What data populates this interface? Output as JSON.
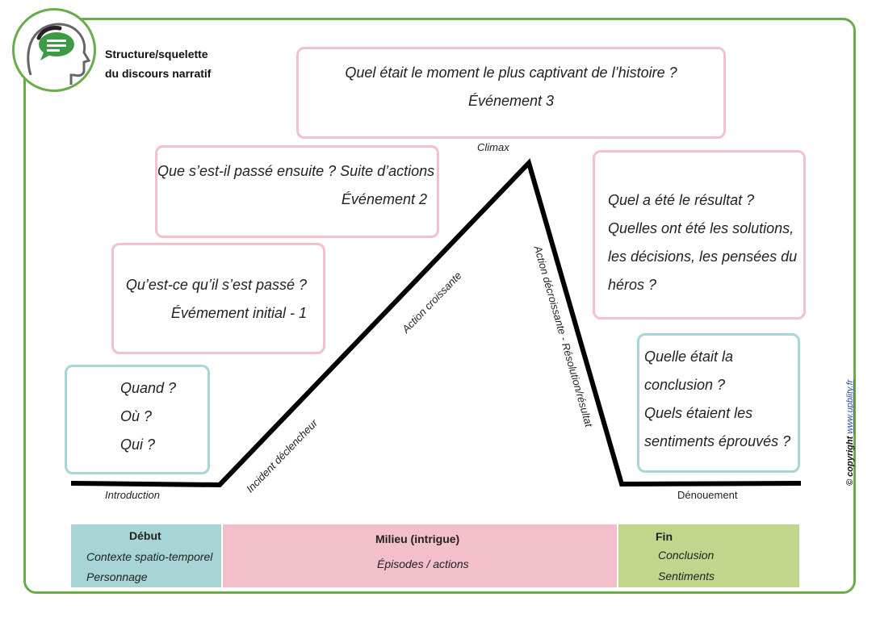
{
  "header": {
    "title_line1": "Structure/squelette",
    "title_line2": "du discours narratif"
  },
  "boxes": {
    "climax_box": {
      "line1": "Quel était le moment le plus captivant de l’histoire ?",
      "line2": "Événement 3"
    },
    "event2_box": {
      "line1": "Que s’est-il passé ensuite ? Suite d’actions",
      "line2": "Événement 2"
    },
    "initial_box": {
      "line1": "Qu’est-ce qu’il s’est passé ?",
      "line2": "Évémement initial - 1"
    },
    "setting_box": {
      "line1": "Quand ?",
      "line2": "Où ?",
      "line3": "Qui ?"
    },
    "result_box": {
      "line1": "Quel a été le résultat ?",
      "line2": "Quelles ont été les solutions,",
      "line3": "les décisions, les pensées du",
      "line4": "héros ?"
    },
    "conclusion_box": {
      "line1": "Quelle était la",
      "line2": "conclusion ?",
      "line3": "Quels étaient les",
      "line4": "sentiments éprouvés ?"
    }
  },
  "diagram_labels": {
    "climax": "Climax",
    "introduction": "Introduction",
    "incident": "Incident déclencheur",
    "rising": "Action croissante",
    "falling": "Action décroissante - Résolution/résultat",
    "denouement": "Dénouement"
  },
  "bands": {
    "debut": {
      "heading": "Début",
      "line1": "Contexte spatio-temporel",
      "line2": "Personnage",
      "color": "#a7d5d6"
    },
    "milieu": {
      "heading": "Milieu (intrigue)",
      "line1": "Épisodes / actions",
      "color": "#f3bfca"
    },
    "fin": {
      "heading": "Fin",
      "line1": "Conclusion",
      "line2": "Sentiments",
      "color": "#c1d58c"
    }
  },
  "copyright": {
    "prefix": "© copyright ",
    "url": "www.upblity.fr"
  },
  "colors": {
    "frame": "#6aac4a",
    "pink_border": "#f2c1cc",
    "blue_border": "#a8d6d8",
    "line": "#000000"
  },
  "icons": {
    "logo": "head-with-speech-bubble-icon"
  }
}
